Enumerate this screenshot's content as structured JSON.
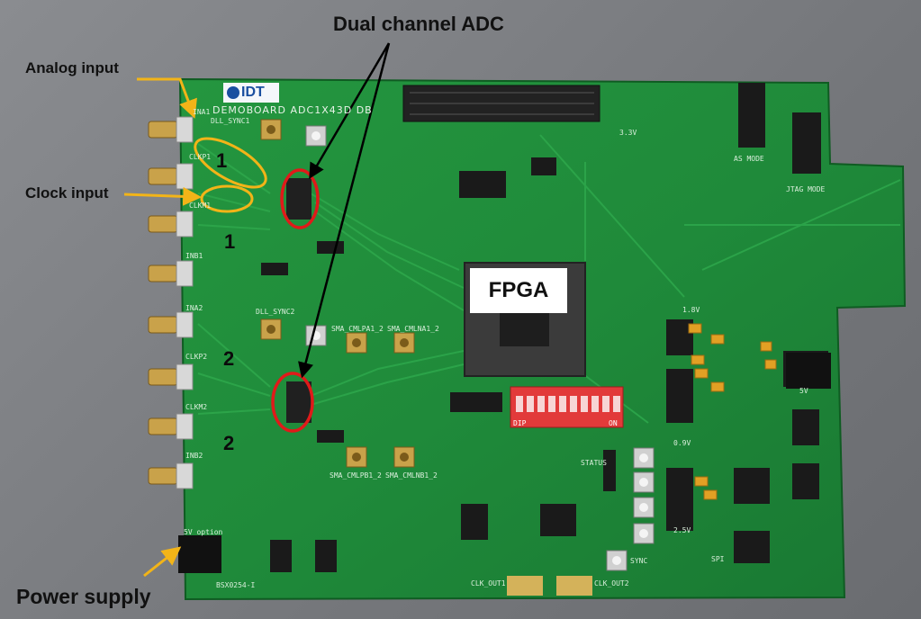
{
  "annotations": {
    "title": "Dual channel ADC",
    "analog_input": "Analog input",
    "clock_input": "Clock input",
    "power_supply": "Power supply",
    "fpga": "FPGA",
    "channel_numbers": [
      "1",
      "1",
      "2",
      "2"
    ]
  },
  "board": {
    "logo": "IDT",
    "name": "DEMOBOARD ADC1X43D DB",
    "silkscreen": {
      "ina1": "INA1",
      "clkp1": "CLKP1",
      "clkm1": "CLKM1",
      "inb1": "INB1",
      "ina2": "INA2",
      "clkp2": "CLKP2",
      "clkm2": "CLKM2",
      "inb2": "INB2",
      "dll_sync1": "DLL_SYNC1",
      "dll_sync2": "DLL_SYNC2",
      "sma_cmlpa1": "SMA_CMLPA1_2",
      "sma_cmlna1": "SMA_CMLNA1_2",
      "sma_cmlpb1": "SMA_CMLPB1_2",
      "sma_cmlnb1": "SMA_CMLNB1_2",
      "as_mode": "AS MODE",
      "jtag_mode": "JTAG MODE",
      "clk_out1": "CLK_OUT1",
      "clk_out2": "CLK_OUT2",
      "option_5v": "5V option",
      "bsx": "BSX0254-I",
      "dip": "DIP",
      "on": "ON",
      "sync": "SYNC",
      "status": "STATUS",
      "v33": "3.3V",
      "v09": "0.9V",
      "v25": "2.5V",
      "v18": "1.8V",
      "v5": "5V",
      "spi": "SPI"
    }
  },
  "colors": {
    "pcb": "#1f8a3a",
    "pcb_dark": "#146b2a",
    "annotation_red": "#e01a1a",
    "annotation_yellow": "#f2b418",
    "arrow_black": "#000000"
  }
}
